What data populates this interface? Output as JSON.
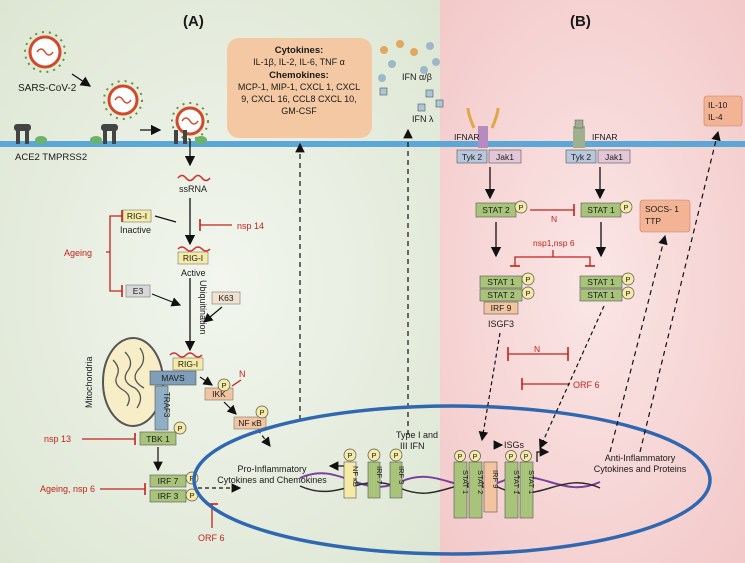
{
  "panels": {
    "a_label": "(A)",
    "b_label": "(B)"
  },
  "virus": {
    "name": "SARS-CoV-2",
    "receptors": "ACE2  TMPRSS2"
  },
  "cytokine_box": {
    "cytokines_title": "Cytokines:",
    "cytokines_line": "IL-1β, IL-2, IL-6, TNF α",
    "chemokines_title": "Chemokines:",
    "chem_line1": "MCP-1, MIP-1, CXCL 1, CXCL",
    "chem_line2": "9, CXCL 16, CCL8 CXCL 10,",
    "chem_line3": "GM-CSF"
  },
  "ifn": {
    "ab": "IFN α/β",
    "lambda": "IFN λ",
    "type_line1": "Type I and",
    "type_line2": "III IFN"
  },
  "pathway_a": {
    "ssrna": "ssRNA",
    "rig_i": "RIG-I",
    "inactive": "Inactive",
    "active": "Active",
    "nsp14": "nsp 14",
    "ageing": "Ageing",
    "e3": "E3",
    "k63": "K63",
    "ubiquitination": "Ubiquitination",
    "mitochondria": "Mitochondria",
    "mavs": "MAVS",
    "traf3": "TRAF3",
    "tbk1": "TBK 1",
    "nsp13": "nsp 13",
    "ikk": "IKK",
    "n": "N",
    "nfkb": "NF κB",
    "irf7": "IRF 7",
    "irf3": "IRF 3",
    "ageing_nsp6": "Ageing, nsp 6",
    "orf6": "ORF 6",
    "pro_line1": "Pro-Inflammatory",
    "pro_line2": "Cytokines and Chemokines",
    "phospho": "P"
  },
  "pathway_b": {
    "ifnar": "IFNAR",
    "tyk2": "Tyk 2",
    "jak1": "Jak1",
    "stat2": "STAT 2",
    "stat1": "STAT 1",
    "n": "N",
    "socs_line1": "SOCS- 1",
    "socs_line2": "TTP",
    "nsp": "nsp1,nsp 6",
    "irf9": "IRF 9",
    "isgf3": "ISGF3",
    "orf6": "ORF 6",
    "il10": "IL-10",
    "il4": "IL-4",
    "isgs": "ISGs",
    "anti_line1": "Anti-Inflammatory",
    "anti_line2": "Cytokines and Proteins"
  },
  "nucleus": {
    "nfkb_v": "NF κB",
    "irf7_v": "IRF 7",
    "irf3_v": "IRF 3",
    "stat1_v": "STAT 1",
    "stat2_v": "STAT 2",
    "irf9_v": "IRF 9"
  },
  "colors": {
    "panel_a": "#e4ebdd",
    "panel_b": "#f7d6d6",
    "membrane": "#5aa7d8",
    "nucleus": "#2f67b1",
    "inhibit": "#c0241c",
    "stat": "#a8c47a",
    "irf": "#f2c5a0",
    "cytokine_box": "#f3c8a2"
  }
}
